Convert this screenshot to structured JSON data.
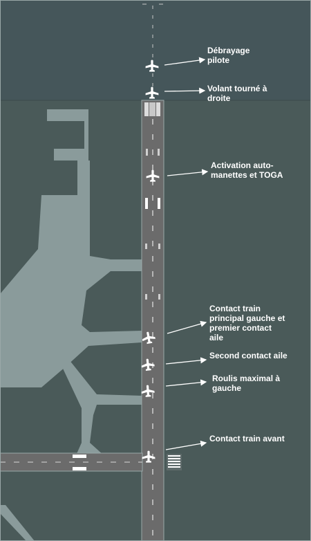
{
  "annotations": [
    {
      "id": "debrayage",
      "lines": [
        "Débrayage",
        "pilote"
      ]
    },
    {
      "id": "volant",
      "lines": [
        "Volant tourné à",
        "droite"
      ]
    },
    {
      "id": "activation",
      "lines": [
        "Activation auto-",
        "manettes et TOGA"
      ]
    },
    {
      "id": "contact-train-principal",
      "lines": [
        "Contact train",
        "principal gauche et",
        "premier contact",
        "aile"
      ]
    },
    {
      "id": "second-contact",
      "lines": [
        "Second contact aile"
      ]
    },
    {
      "id": "roulis",
      "lines": [
        "Roulis maximal à",
        "gauche"
      ]
    },
    {
      "id": "contact-train-avant",
      "lines": [
        "Contact train avant"
      ]
    }
  ],
  "colors": {
    "ground": "#4a5a59",
    "ground_upper": "#46575a",
    "apron": "#8a9b9b",
    "runway": "#6b6b6b",
    "marking": "#ffffff",
    "text": "#ffffff",
    "frame": "#9aa8a8"
  },
  "icons": {
    "aircraft": "aircraft-icon",
    "arrow": "arrow-left-icon"
  }
}
